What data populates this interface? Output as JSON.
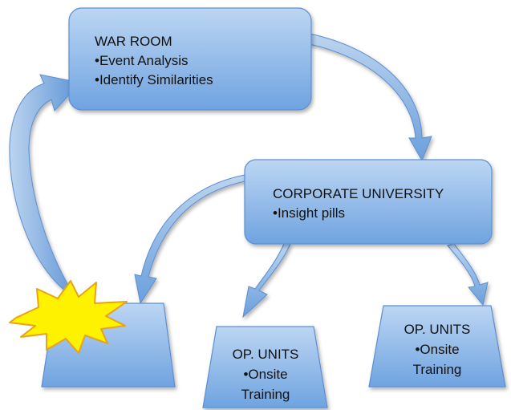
{
  "war_room": {
    "title": "WAR ROOM",
    "items": [
      "•Event Analysis",
      "•Identify Similarities"
    ]
  },
  "corporate_university": {
    "title": "CORPORATE UNIVERSITY",
    "items": [
      "•Insight pills"
    ]
  },
  "op_units": [
    {
      "title": "OP. UNITS",
      "line2": "•Onsite",
      "line3": "Training"
    },
    {
      "title": "OP. UNITS",
      "line2": "•Onsite",
      "line3": "Training"
    }
  ],
  "colors": {
    "box_light": "#b8d4f2",
    "box_dark": "#6fa3e0",
    "border": "#5b8fd0",
    "arrow_light": "#a9c6ea",
    "arrow_dark": "#5d94d6",
    "burst_fill": "#fff200",
    "burst_stroke": "#e8a317"
  }
}
